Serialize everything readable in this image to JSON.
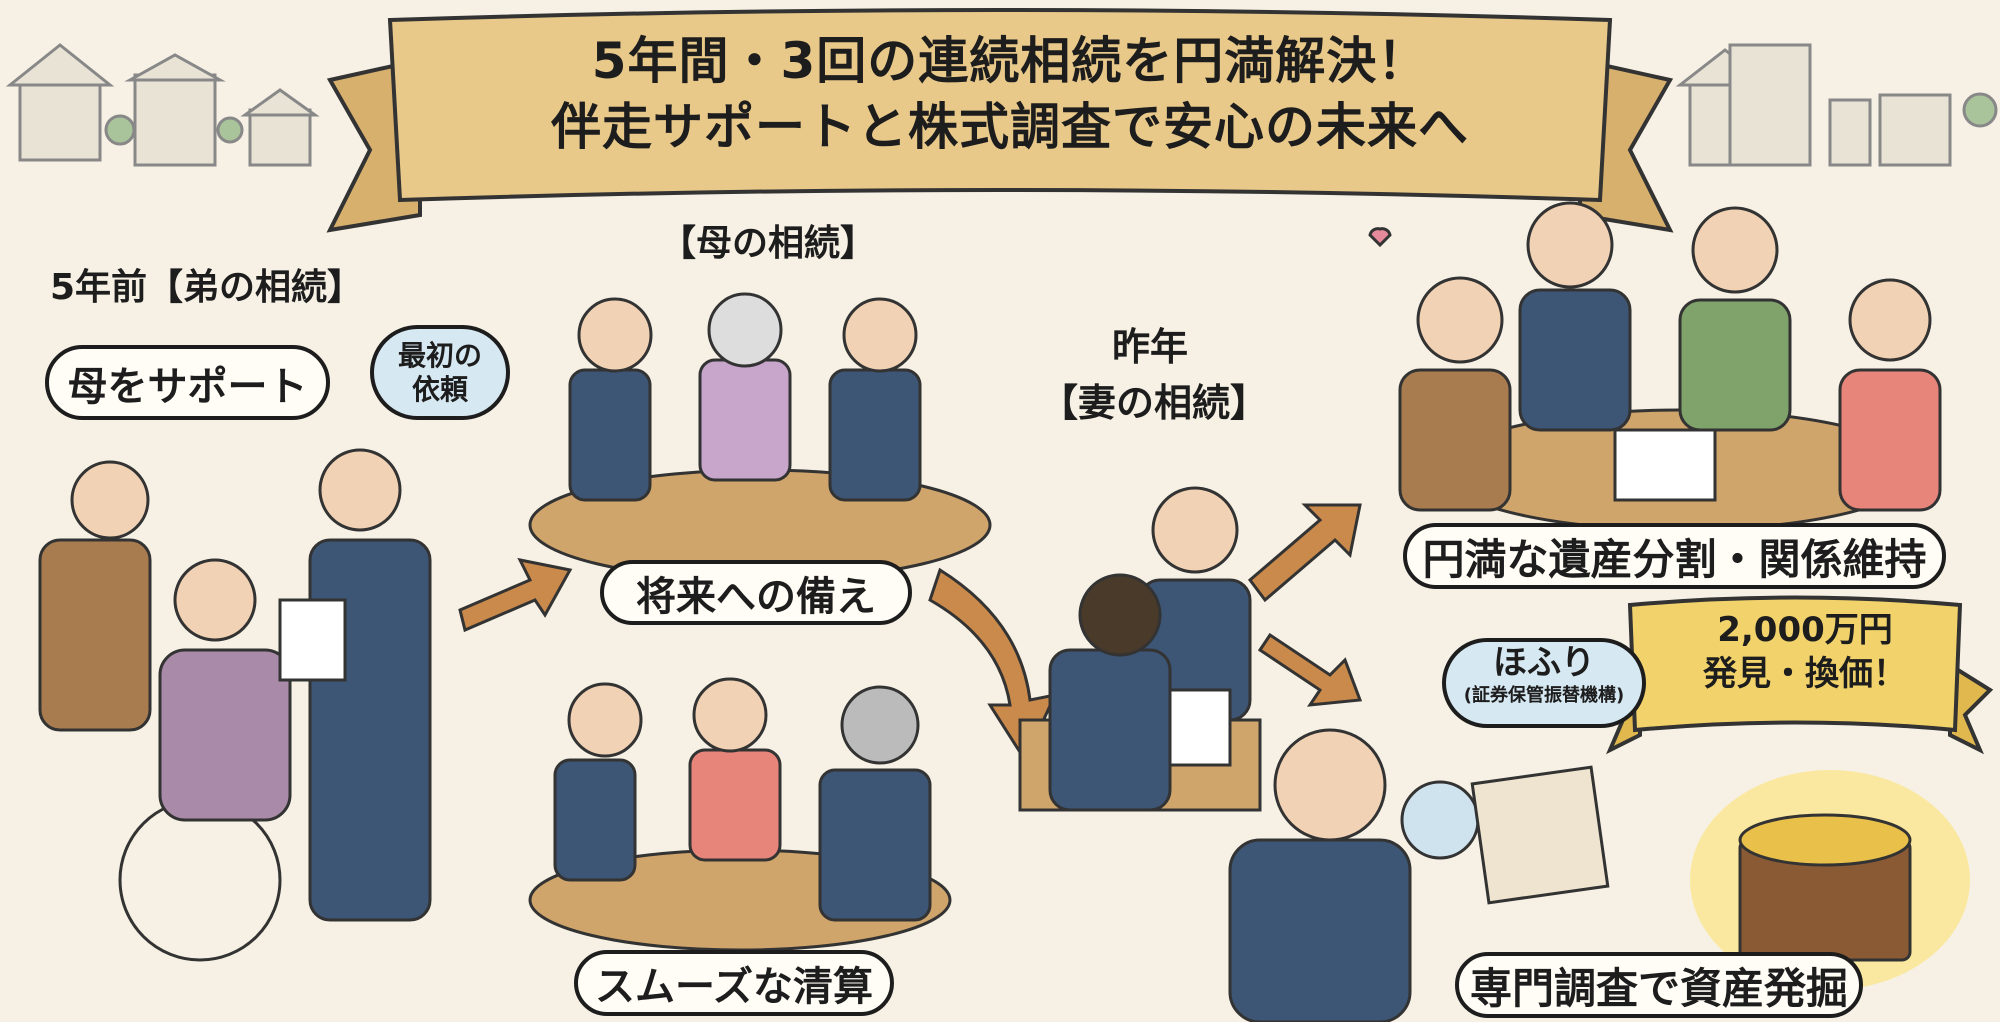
{
  "title": {
    "line1": "5年間・3回の連続相続を円満解決！",
    "line2": "伴走サポートと株式調査で安心の未来へ"
  },
  "stage1": {
    "heading": "5年前【弟の相続】",
    "bubble_support": "母をサポート",
    "bubble_first": "最初の依頼"
  },
  "stage2": {
    "heading": "【母の相続】",
    "caption_top": "将来への備え",
    "caption_bottom": "スムーズな清算"
  },
  "stage3": {
    "heading_year": "昨年",
    "heading": "【妻の相続】"
  },
  "results": {
    "harmony": "円満な遺産分割・関係維持",
    "hofuri_title": "ほふり",
    "hofuri_sub": "(証券保管振替機構)",
    "found_amount": "2,000万円",
    "found_text": "発見・換価！",
    "investigation": "専門調査で資産発掘"
  },
  "colors": {
    "background": "#f6f1e4",
    "banner": "#e8c98a",
    "gold": "#f2d36b",
    "arrow": "#c98a4b",
    "suit": "#3d5675"
  }
}
